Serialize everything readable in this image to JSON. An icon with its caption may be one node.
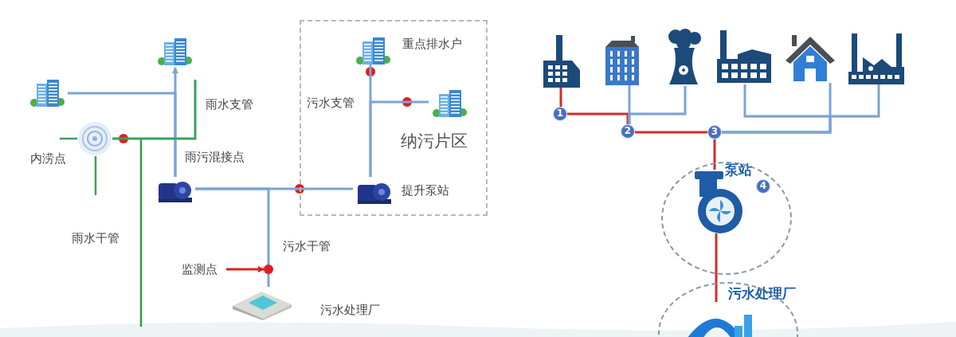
{
  "diagram": {
    "nodes": [
      {
        "text": [],
        "shape": "picture"
      },
      {
        "text": [],
        "shape": "picture"
      },
      {
        "text": [],
        "shape": "picture",
        "beside": [
          "内涝点"
        ]
      },
      {
        "text": [],
        "shape": "picture"
      },
      {
        "text": [
          "纳污片区"
        ]
      },
      {
        "text": [],
        "shape": "picture",
        "in": 4,
        "beside": [
          "重点排水户"
        ]
      },
      {
        "text": [],
        "shape": "picture",
        "in": 4
      },
      {
        "text": [],
        "shape": "picture",
        "in": 4,
        "beside": [
          "提升泵站"
        ]
      },
      {
        "text": [],
        "shape": "picture",
        "beside": [
          "污水处理厂"
        ]
      },
      {
        "text": [
          "监测点"
        ]
      },
      {
        "text": [],
        "shape": "circle"
      },
      {
        "text": [],
        "shape": "picture"
      },
      {
        "text": [],
        "shape": "picture"
      },
      {
        "text": [],
        "shape": "picture"
      },
      {
        "text": [],
        "shape": "picture"
      },
      {
        "text": [],
        "shape": "picture"
      },
      {
        "text": [],
        "shape": "picture"
      },
      {
        "text": [
          "1"
        ]
      },
      {
        "text": [
          "2"
        ]
      },
      {
        "text": [
          "3"
        ]
      },
      {
        "text": [
          "泵站"
        ]
      },
      {
        "text": [
          "4"
        ],
        "in": 20
      },
      {
        "text": [],
        "shape": "picture",
        "in": 20
      },
      {
        "text": [
          "污水处理厂"
        ]
      },
      {
        "text": [],
        "shape": "picture",
        "in": 23
      }
    ],
    "edges": [
      {
        "from": 0,
        "to": 3,
        "arrow": "none"
      },
      {
        "from": 3,
        "to": 1,
        "arrow": "to"
      },
      {
        "from": 2,
        "to": null,
        "arrow": "none",
        "color": "#3aa05a"
      },
      {
        "from": 3,
        "to": 7,
        "arrow": "none"
      },
      {
        "from": 3,
        "to": 8,
        "arrow": "none"
      },
      {
        "from": 5,
        "to": 7,
        "arrow": "none"
      },
      {
        "from": 6,
        "to": 7,
        "arrow": "none"
      },
      {
        "from": 9,
        "to": 10,
        "arrow": "to",
        "color": "#e02020"
      },
      {
        "from": 11,
        "to": 17,
        "arrow": "none",
        "color": "#d42a2a"
      },
      {
        "from": 17,
        "to": 18,
        "arrow": "none",
        "color": "#d42a2a"
      },
      {
        "from": 12,
        "to": 18,
        "arrow": "none"
      },
      {
        "from": 13,
        "to": 18,
        "arrow": "none"
      },
      {
        "from": 18,
        "to": 19,
        "arrow": "none",
        "color": "#d42a2a"
      },
      {
        "from": 14,
        "to": 19,
        "arrow": "none"
      },
      {
        "from": 15,
        "to": 19,
        "arrow": "none"
      },
      {
        "from": 16,
        "to": 19,
        "arrow": "none"
      },
      {
        "from": 19,
        "to": 22,
        "arrow": "none",
        "color": "#d42a2a"
      },
      {
        "from": 22,
        "to": 24,
        "arrow": "none",
        "color": "#d42a2a"
      }
    ],
    "labels": [
      "雨水支管",
      "雨污混接点",
      "雨水干管",
      "污水支管",
      "污水干管"
    ]
  }
}
